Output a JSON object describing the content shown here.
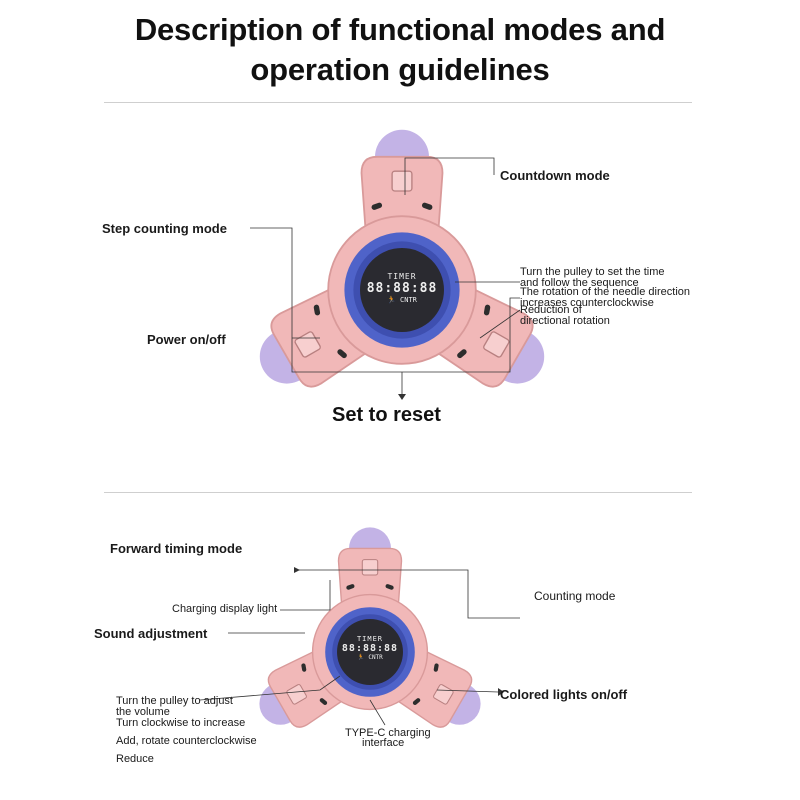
{
  "title": {
    "line1": "Description of functional modes and",
    "line2": "operation guidelines"
  },
  "top": {
    "countdown_mode": "Countdown mode",
    "step_counting_mode": "Step counting mode",
    "power_on_off": "Power on/off",
    "set_to_reset": "Set to reset",
    "pulley_note_1": "Turn the pulley to set the time",
    "pulley_note_2": "and follow the sequence",
    "pulley_note_3": "The rotation of the needle direction",
    "pulley_note_4": "increases counterclockwise",
    "pulley_note_5": "Reduction of",
    "pulley_note_6": "directional rotation"
  },
  "bottom": {
    "forward_timing_mode": "Forward timing mode",
    "charging_display_light": "Charging display light",
    "sound_adjustment": "Sound adjustment",
    "counting_mode": "Counting mode",
    "colored_lights": "Colored lights on/off",
    "type_c": "TYPE-C charging",
    "interface": "interface",
    "volume_1": "Turn the pulley to adjust",
    "volume_2": "the volume",
    "volume_3": "Turn clockwise to increase",
    "volume_4": "Add, rotate counterclockwise",
    "volume_5": "Reduce"
  },
  "display": {
    "timer": "TIMER",
    "digits": "88:88:88",
    "cntr": "CNTR"
  },
  "icons": [
    "spinner-device-icon",
    "runner-icon"
  ],
  "colors": {
    "body_pink": "#f1b8b8",
    "ring_blue": "#4f63c9",
    "gear_lavender": "#c3b3e6"
  }
}
